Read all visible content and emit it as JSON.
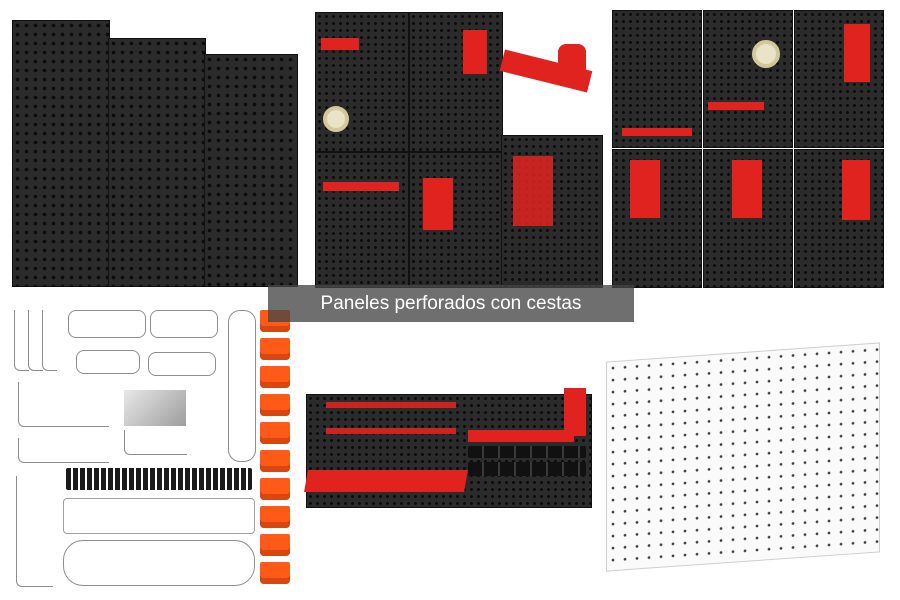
{
  "caption": {
    "text": "Paneles perforados con cestas"
  },
  "colors": {
    "accent_red": "#e0231f",
    "bin_orange": "#ff5a17",
    "board_black": "#2b2b2b",
    "board_white": "#fafafa"
  },
  "photos": [
    {
      "id": "black-pegboard-3-panels"
    },
    {
      "id": "red-black-pegboard-with-tools"
    },
    {
      "id": "pegboard-grid-6-panels"
    },
    {
      "id": "hooks-and-bins-accessories"
    },
    {
      "id": "wide-pegboard-with-bins"
    },
    {
      "id": "white-pegboard"
    }
  ]
}
